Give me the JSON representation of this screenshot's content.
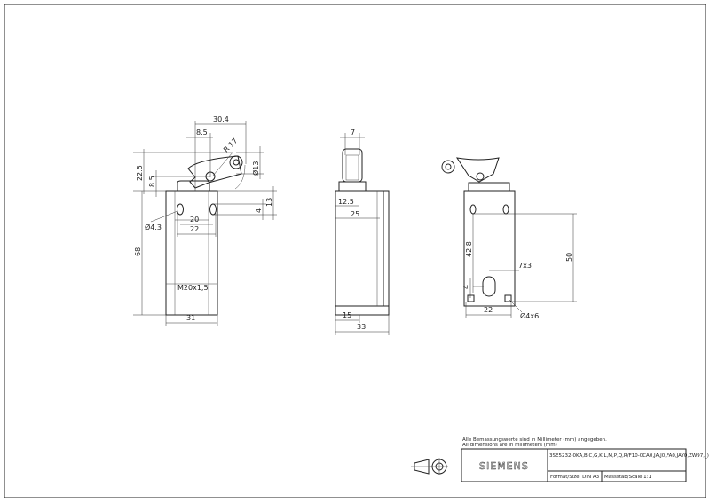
{
  "notes": {
    "de": "Alle Bemassungswerte sind in Millimeter (mm) angegeben.",
    "en": "All dimensions are in millimeters (mm)"
  },
  "title_block": {
    "logo": "SIEMENS",
    "part_number": "3SE5232-0KA,B,C,G,K,L,M,P,Q,R/F10-0CA0,JA,J0,FA0,JAY0,ZW97,_)",
    "format": "Format/Size: DIN A3",
    "scale": "Massstab/Scale 1:1"
  },
  "front_view": {
    "d_30_4": "30.4",
    "d_8_5_top": "8.5",
    "d_r17": "R 17",
    "d_13dia": "Ø13",
    "d_22_5": "22.5",
    "d_8_5_left": "8.5",
    "d_4": "4",
    "d_13": "13",
    "d_4_3dia": "Ø4.3",
    "d_20": "20",
    "d_22": "22",
    "d_68": "68",
    "thread": "M20x1,5",
    "d_31": "31"
  },
  "side_view": {
    "d_7": "7",
    "d_12_5": "12.5",
    "d_25": "25",
    "d_15": "15",
    "d_33": "33"
  },
  "back_view": {
    "d_42_8": "42.8",
    "d_50": "50",
    "d_7x3": "7x3",
    "d_4": "4",
    "d_22": "22",
    "d_4x6": "Ø4x6"
  }
}
